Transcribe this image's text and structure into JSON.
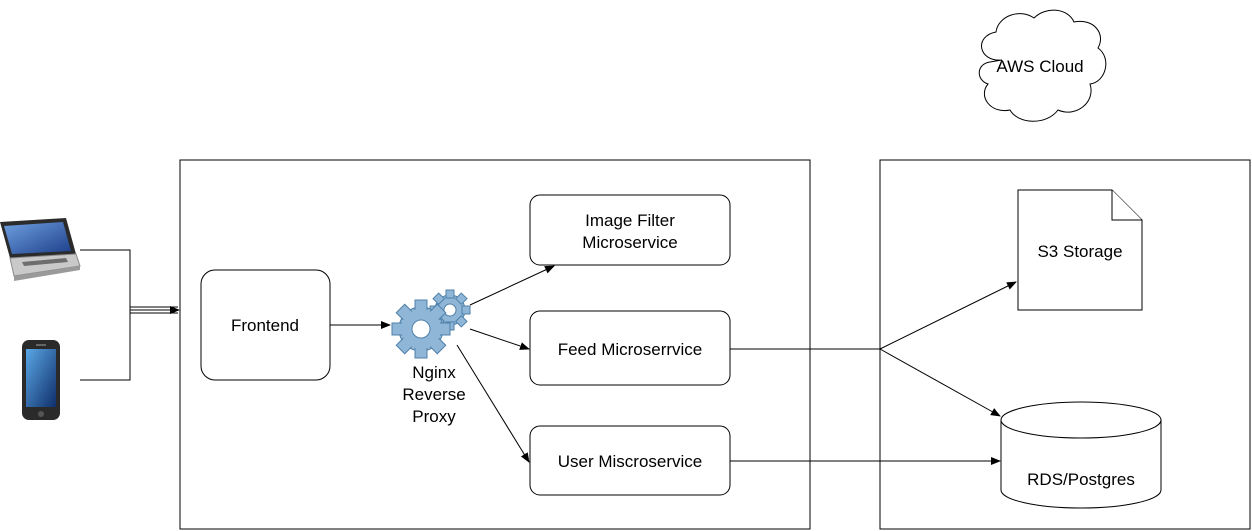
{
  "cloud": {
    "label": "AWS Cloud"
  },
  "app": {
    "frontend": "Frontend",
    "proxy": {
      "line1": "Nginx",
      "line2": "Reverse",
      "line3": "Proxy"
    },
    "image_filter": {
      "line1": "Image Filter",
      "line2": "Microservice"
    },
    "feed": "Feed Microserrvice",
    "user": "User Miscroservice"
  },
  "aws": {
    "s3": "S3 Storage",
    "rds": "RDS/Postgres"
  },
  "icons": {
    "client1": "laptop-icon",
    "client2": "smartphone-icon",
    "proxy": "gears-icon"
  },
  "colors": {
    "stroke": "#000000",
    "gear": "#8fb6d6",
    "gear_dark": "#4f80aa"
  }
}
